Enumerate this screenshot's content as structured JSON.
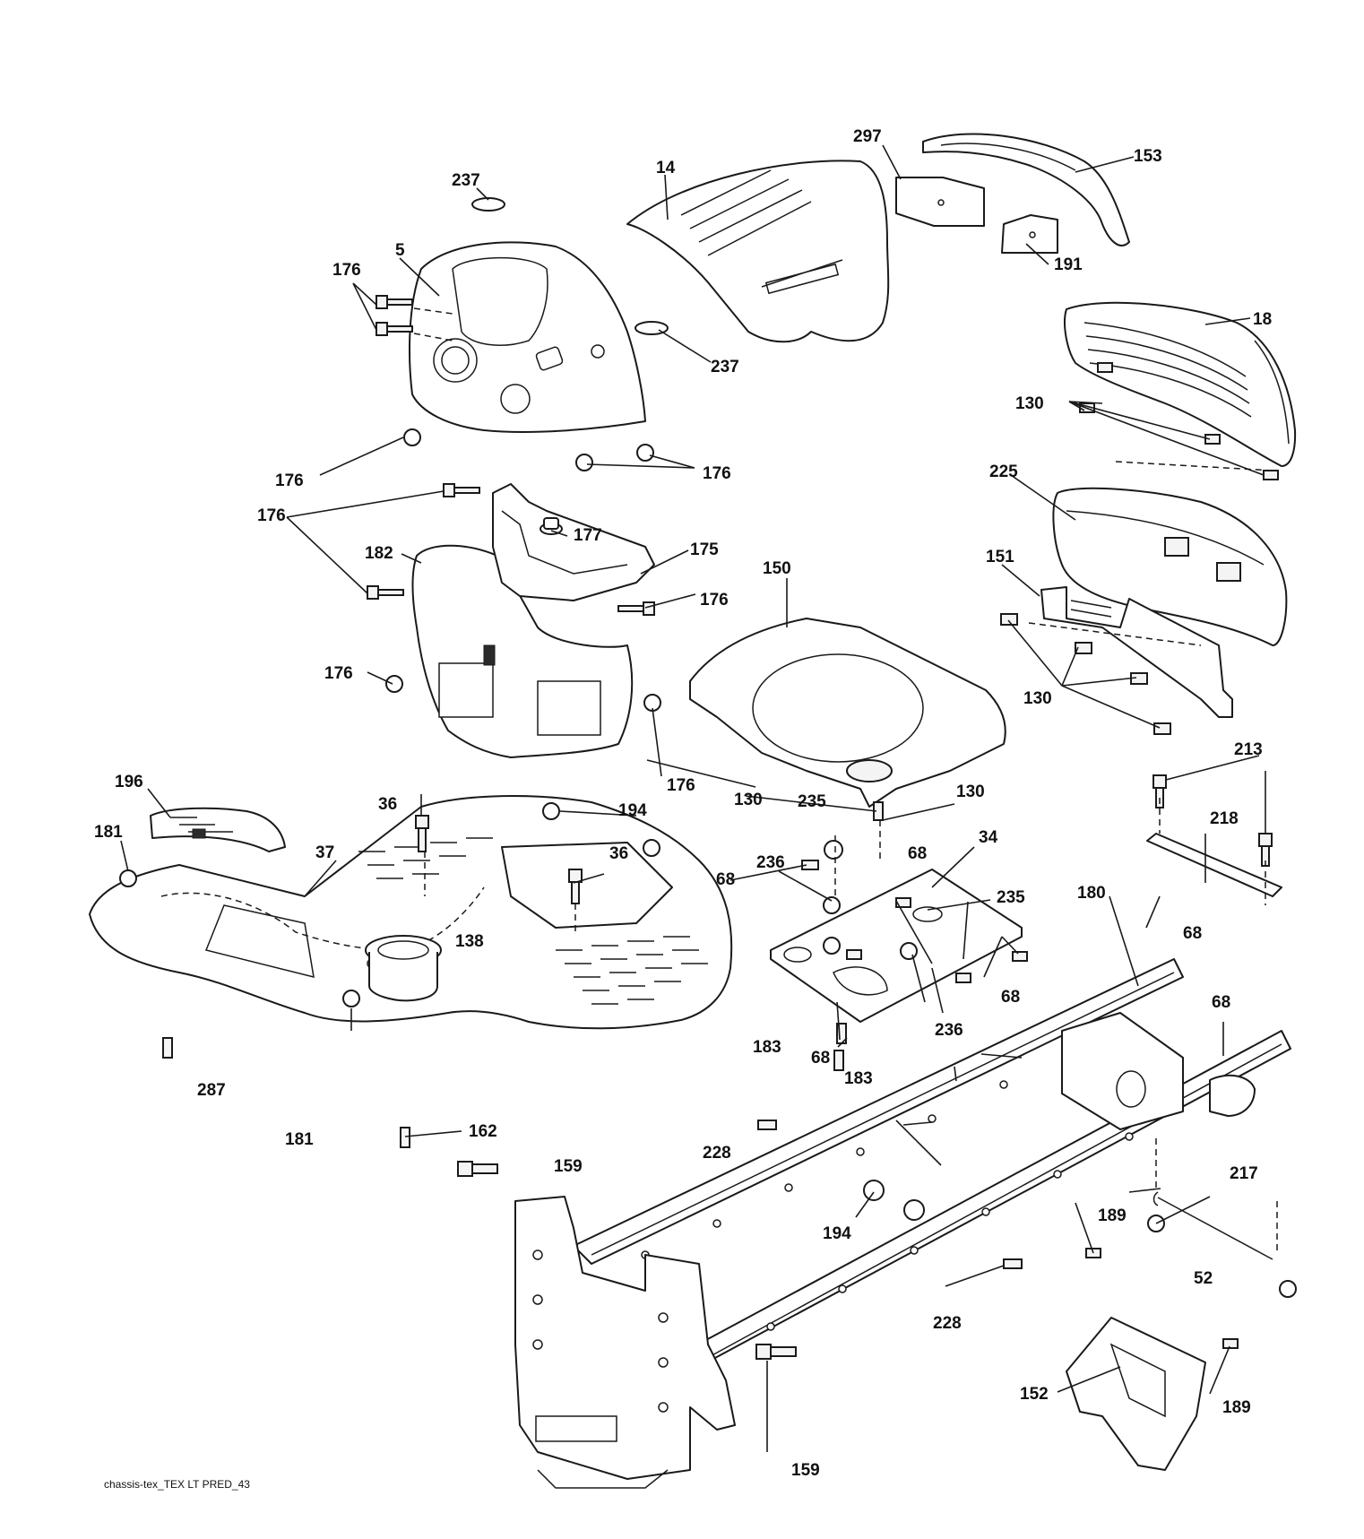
{
  "diagram": {
    "footer_code": "chassis-tex_TEX LT PRED_43",
    "callouts": [
      {
        "id": "c-297",
        "text": "297"
      },
      {
        "id": "c-153",
        "text": "153"
      },
      {
        "id": "c-237a",
        "text": "237"
      },
      {
        "id": "c-14",
        "text": "14"
      },
      {
        "id": "c-5",
        "text": "5"
      },
      {
        "id": "c-176a",
        "text": "176"
      },
      {
        "id": "c-191",
        "text": "191"
      },
      {
        "id": "c-18",
        "text": "18"
      },
      {
        "id": "c-237b",
        "text": "237"
      },
      {
        "id": "c-130a",
        "text": "130"
      },
      {
        "id": "c-176b",
        "text": "176"
      },
      {
        "id": "c-176c",
        "text": "176"
      },
      {
        "id": "c-225",
        "text": "225"
      },
      {
        "id": "c-176d",
        "text": "176"
      },
      {
        "id": "c-177",
        "text": "177"
      },
      {
        "id": "c-182",
        "text": "182"
      },
      {
        "id": "c-175",
        "text": "175"
      },
      {
        "id": "c-151",
        "text": "151"
      },
      {
        "id": "c-150",
        "text": "150"
      },
      {
        "id": "c-176e",
        "text": "176"
      },
      {
        "id": "c-176f",
        "text": "176"
      },
      {
        "id": "c-130b",
        "text": "130"
      },
      {
        "id": "c-176g",
        "text": "176"
      },
      {
        "id": "c-130c",
        "text": "130"
      },
      {
        "id": "c-213",
        "text": "213"
      },
      {
        "id": "c-196",
        "text": "196"
      },
      {
        "id": "c-36a",
        "text": "36"
      },
      {
        "id": "c-235a",
        "text": "235"
      },
      {
        "id": "c-130d",
        "text": "130"
      },
      {
        "id": "c-194a",
        "text": "194"
      },
      {
        "id": "c-218",
        "text": "218"
      },
      {
        "id": "c-181a",
        "text": "181"
      },
      {
        "id": "c-34",
        "text": "34"
      },
      {
        "id": "c-37",
        "text": "37"
      },
      {
        "id": "c-36b",
        "text": "36"
      },
      {
        "id": "c-68a",
        "text": "68"
      },
      {
        "id": "c-236a",
        "text": "236"
      },
      {
        "id": "c-68b",
        "text": "68"
      },
      {
        "id": "c-180",
        "text": "180"
      },
      {
        "id": "c-235b",
        "text": "235"
      },
      {
        "id": "c-68c",
        "text": "68"
      },
      {
        "id": "c-138",
        "text": "138"
      },
      {
        "id": "c-68d",
        "text": "68"
      },
      {
        "id": "c-68e",
        "text": "68"
      },
      {
        "id": "c-236b",
        "text": "236"
      },
      {
        "id": "c-183a",
        "text": "183"
      },
      {
        "id": "c-68f",
        "text": "68"
      },
      {
        "id": "c-287",
        "text": "287"
      },
      {
        "id": "c-183b",
        "text": "183"
      },
      {
        "id": "c-181b",
        "text": "181"
      },
      {
        "id": "c-162",
        "text": "162"
      },
      {
        "id": "c-228a",
        "text": "228"
      },
      {
        "id": "c-159a",
        "text": "159"
      },
      {
        "id": "c-217",
        "text": "217"
      },
      {
        "id": "c-194b",
        "text": "194"
      },
      {
        "id": "c-189a",
        "text": "189"
      },
      {
        "id": "c-52",
        "text": "52"
      },
      {
        "id": "c-228b",
        "text": "228"
      },
      {
        "id": "c-152",
        "text": "152"
      },
      {
        "id": "c-189b",
        "text": "189"
      },
      {
        "id": "c-159b",
        "text": "159"
      }
    ]
  }
}
